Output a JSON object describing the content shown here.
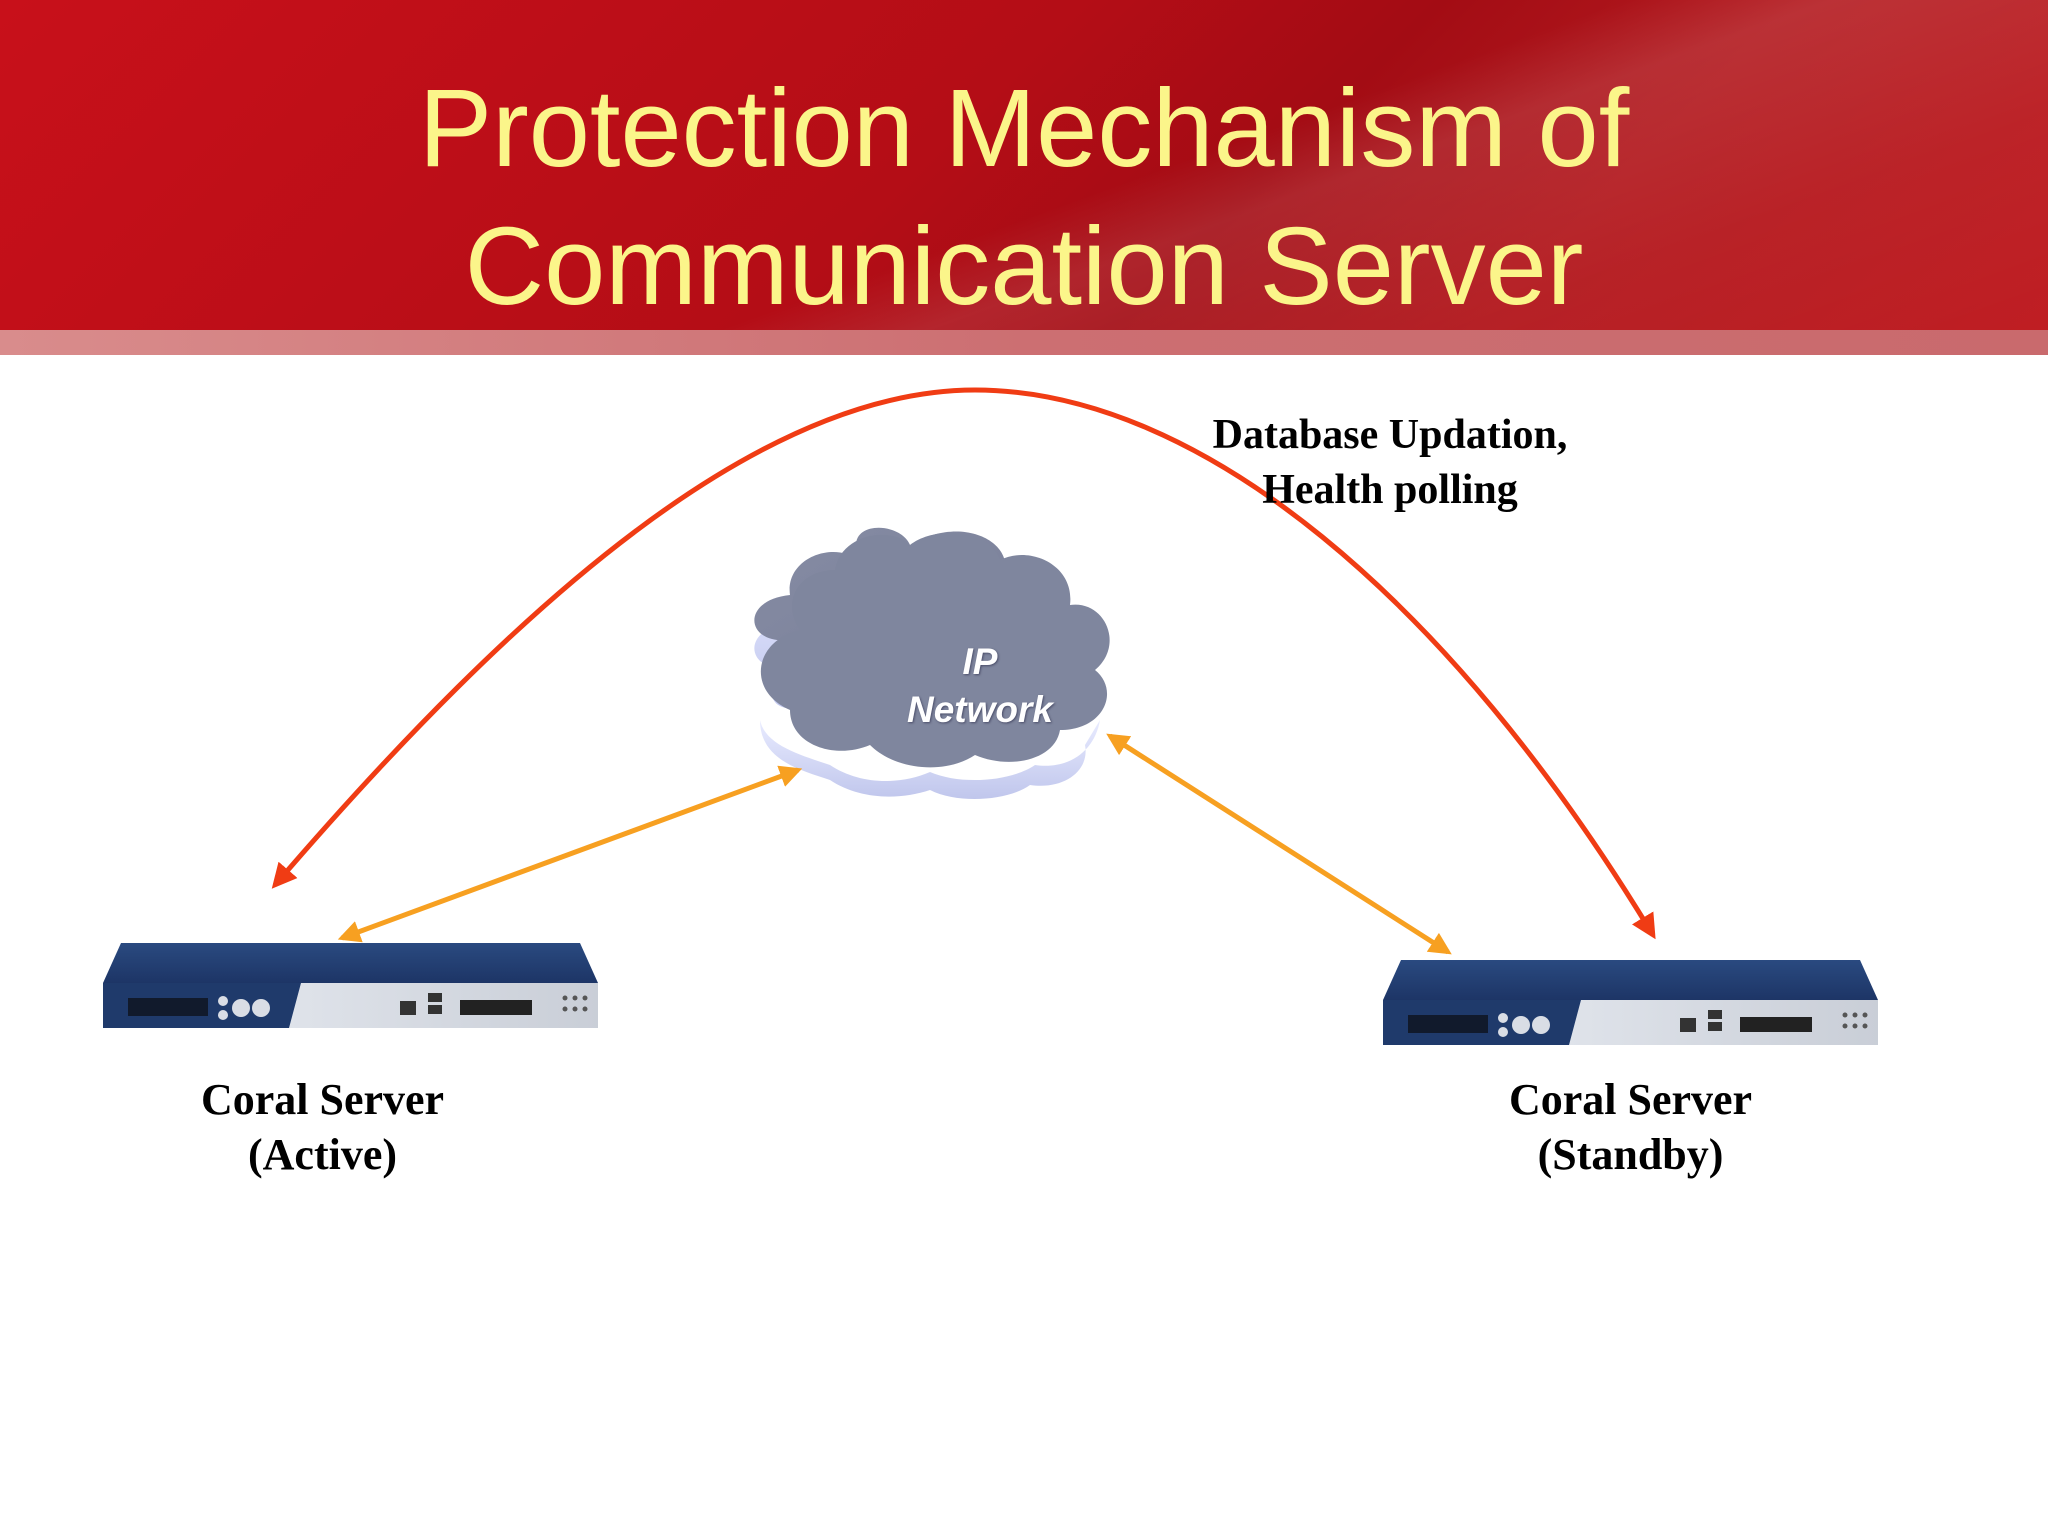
{
  "title": {
    "line1": "Protection Mechanism of",
    "line2": "Communication Server"
  },
  "cloud": {
    "line1": "IP",
    "line2": "Network"
  },
  "sync_label": {
    "line1": "Database Updation,",
    "line2": "Health polling"
  },
  "servers": {
    "active": {
      "line1": "Coral Server",
      "line2": "(Active)"
    },
    "standby": {
      "line1": "Coral Server",
      "line2": "(Standby)"
    }
  },
  "colors": {
    "header_red": "#c8101a",
    "title_yellow": "#fbf58a",
    "sync_arrow": "#f03c14",
    "network_arrow": "#f7a021",
    "cloud": "#7f869e",
    "server_blue": "#1f3a6b"
  }
}
